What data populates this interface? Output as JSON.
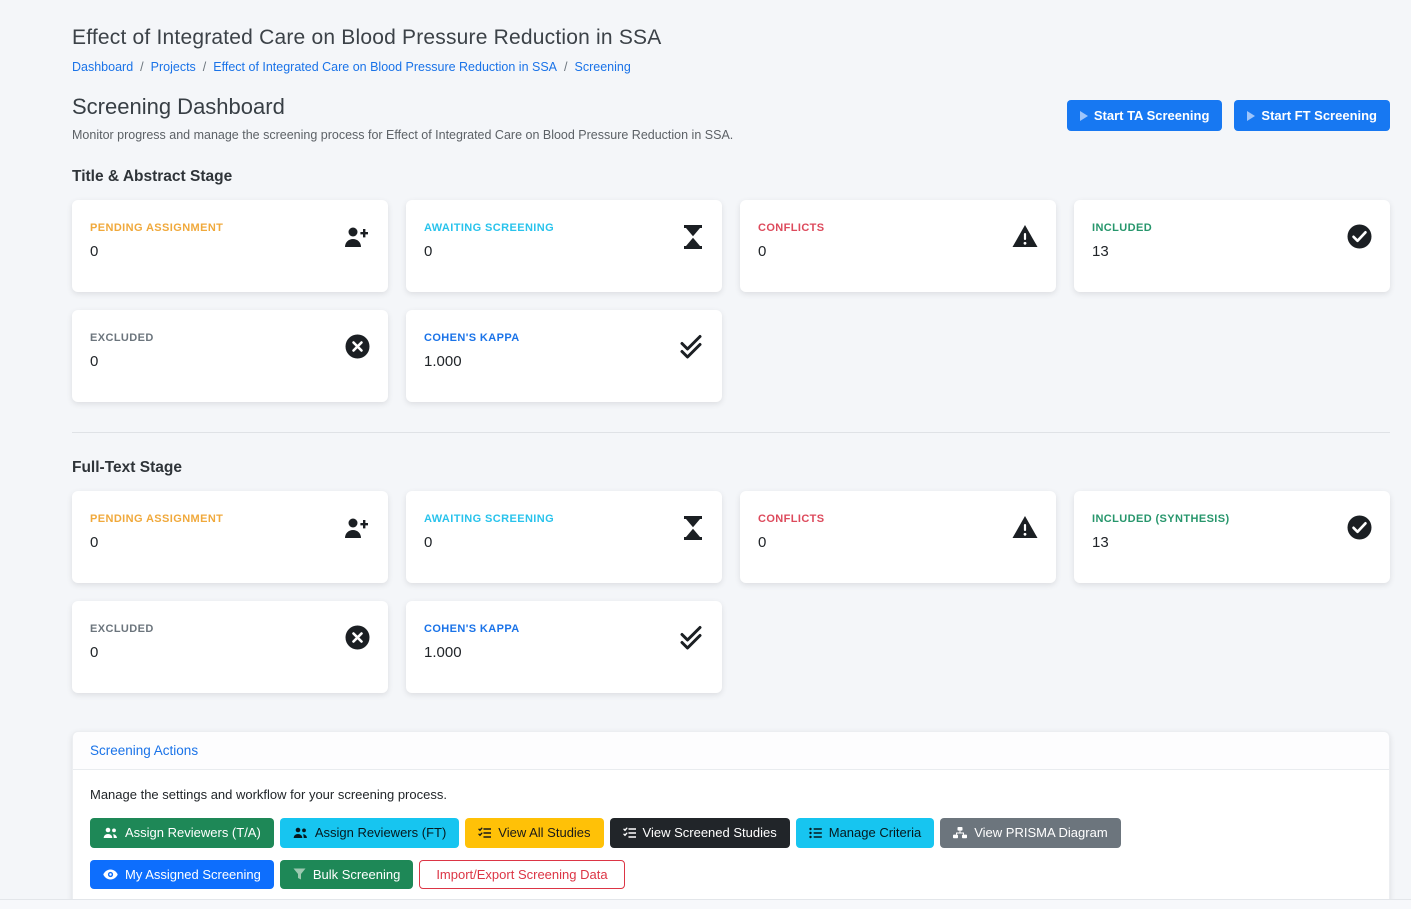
{
  "page": {
    "title": "Effect of Integrated Care on Blood Pressure Reduction in SSA",
    "breadcrumb": {
      "separator": "/",
      "items": [
        "Dashboard",
        "Projects",
        "Effect of Integrated Care on Blood Pressure Reduction in SSA",
        "Screening"
      ]
    }
  },
  "header": {
    "heading": "Screening Dashboard",
    "subtitle": "Monitor progress and manage the screening process for Effect of Integrated Care on Blood Pressure Reduction in SSA.",
    "start_ta_label": "Start TA Screening",
    "start_ft_label": "Start FT Screening"
  },
  "stages": [
    {
      "title": "Title & Abstract Stage",
      "cards": [
        {
          "label": "PENDING ASSIGNMENT",
          "value": "0",
          "icon": "person-plus-icon",
          "color": "#f0a93c"
        },
        {
          "label": "AWAITING SCREENING",
          "value": "0",
          "icon": "hourglass-icon",
          "color": "#29c3ec"
        },
        {
          "label": "CONFLICTS",
          "value": "0",
          "icon": "warning-triangle-icon",
          "color": "#dd4a5c"
        },
        {
          "label": "INCLUDED",
          "value": "13",
          "icon": "check-circle-icon",
          "color": "#27966c"
        },
        {
          "label": "EXCLUDED",
          "value": "0",
          "icon": "x-circle-icon",
          "color": "#6c757d"
        },
        {
          "label": "COHEN'S KAPPA",
          "value": "1.000",
          "icon": "double-check-icon",
          "color": "#1a73e8"
        }
      ]
    },
    {
      "title": "Full-Text Stage",
      "cards": [
        {
          "label": "PENDING ASSIGNMENT",
          "value": "0",
          "icon": "person-plus-icon",
          "color": "#f0a93c"
        },
        {
          "label": "AWAITING SCREENING",
          "value": "0",
          "icon": "hourglass-icon",
          "color": "#29c3ec"
        },
        {
          "label": "CONFLICTS",
          "value": "0",
          "icon": "warning-triangle-icon",
          "color": "#dd4a5c"
        },
        {
          "label": "INCLUDED (SYNTHESIS)",
          "value": "13",
          "icon": "check-circle-icon",
          "color": "#27966c"
        },
        {
          "label": "EXCLUDED",
          "value": "0",
          "icon": "x-circle-icon",
          "color": "#6c757d"
        },
        {
          "label": "COHEN'S KAPPA",
          "value": "1.000",
          "icon": "double-check-icon",
          "color": "#1a73e8"
        }
      ]
    }
  ],
  "actions": {
    "title": "Screening Actions",
    "description": "Manage the settings and workflow for your screening process.",
    "rows": [
      [
        {
          "label": "Assign Reviewers (T/A)",
          "style": "success",
          "icon": "users-icon"
        },
        {
          "label": "Assign Reviewers (FT)",
          "style": "info",
          "icon": "users-icon"
        },
        {
          "label": "View All Studies",
          "style": "warning",
          "icon": "list-check-icon"
        },
        {
          "label": "View Screened Studies",
          "style": "dark",
          "icon": "list-check-icon"
        },
        {
          "label": "Manage Criteria",
          "style": "info",
          "icon": "list-icon"
        },
        {
          "label": "View PRISMA Diagram",
          "style": "secondary",
          "icon": "diagram-icon"
        }
      ],
      [
        {
          "label": "My Assigned Screening",
          "style": "primary",
          "icon": "eye-icon"
        },
        {
          "label": "Bulk Screening",
          "style": "success",
          "icon": "filter-icon"
        },
        {
          "label": "Import/Export Screening Data",
          "style": "outline-danger",
          "icon": "none"
        }
      ]
    ]
  },
  "colors": {
    "page_background": "#f4f6f9",
    "primary_blue": "#1778f2",
    "link_blue": "#1a73e8",
    "warning_orange": "#f0a93c",
    "info_cyan": "#29c3ec",
    "danger_red": "#dd4a5c",
    "success_green": "#27966c",
    "secondary_gray": "#6c757d",
    "button_success": "#1e8857",
    "button_info": "#17c5f0",
    "button_warning": "#ffc107",
    "button_dark": "#212529",
    "button_primary": "#0d6efd",
    "outline_danger": "#dc3545"
  }
}
